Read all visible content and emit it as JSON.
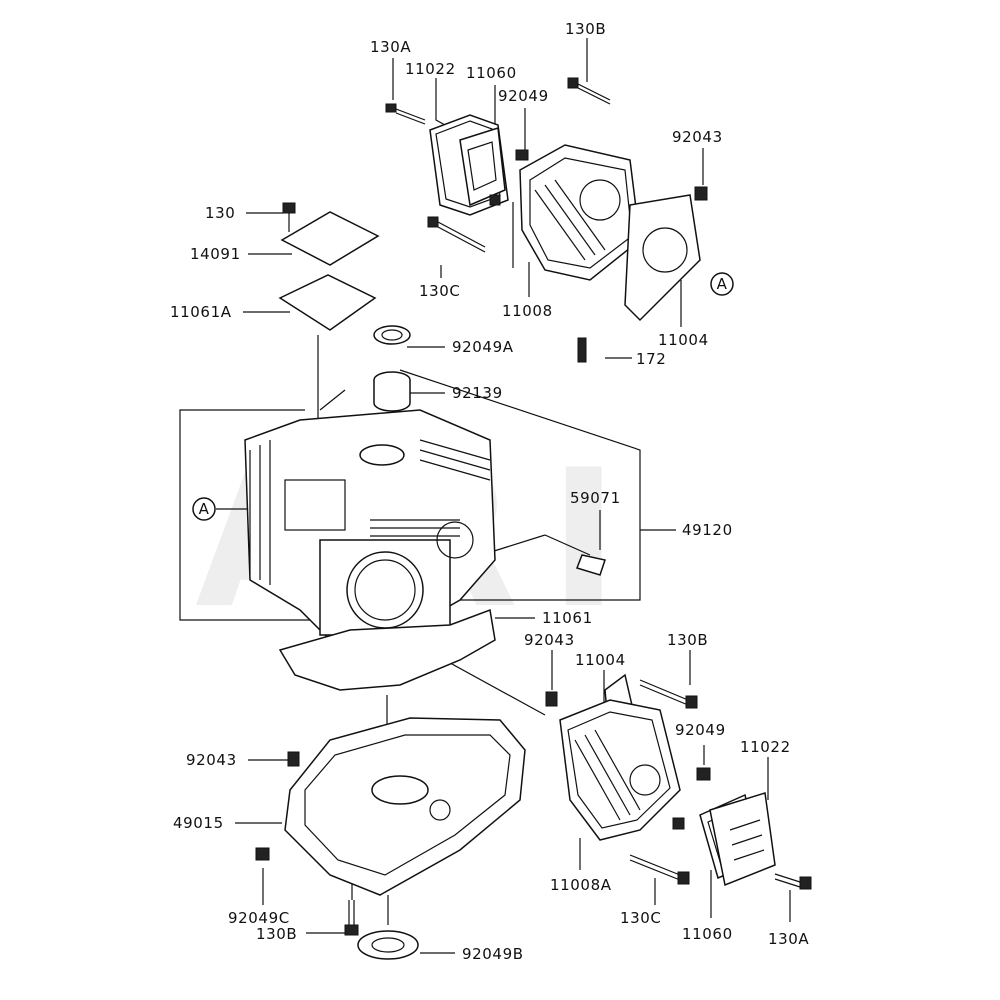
{
  "watermark": "ARI",
  "ref_marker": "A",
  "labels": {
    "l130A_top": "130A",
    "l11022_top": "11022",
    "l11060_top": "11060",
    "l130B_top": "130B",
    "l92049_top": "92049",
    "l92043_top": "92043",
    "l130_top": "130",
    "l14091": "14091",
    "l11061A": "11061A",
    "l130C_top": "130C",
    "l11008": "11008",
    "l11004_top": "11004",
    "l172": "172",
    "l92049A": "92049A",
    "l92139": "92139",
    "l59071": "59071",
    "l49120": "49120",
    "l11061": "11061",
    "l92043_mid": "92043",
    "l11004_bot": "11004",
    "l130B_bot": "130B",
    "l92049_bot": "92049",
    "l11022_bot": "11022",
    "l92043_left": "92043",
    "l49015": "49015",
    "l11008A": "11008A",
    "l92049C": "92049C",
    "l130B_left": "130B",
    "l130C_bot": "130C",
    "l11060_bot": "11060",
    "l130A_bot": "130A",
    "l92049B": "92049B"
  }
}
